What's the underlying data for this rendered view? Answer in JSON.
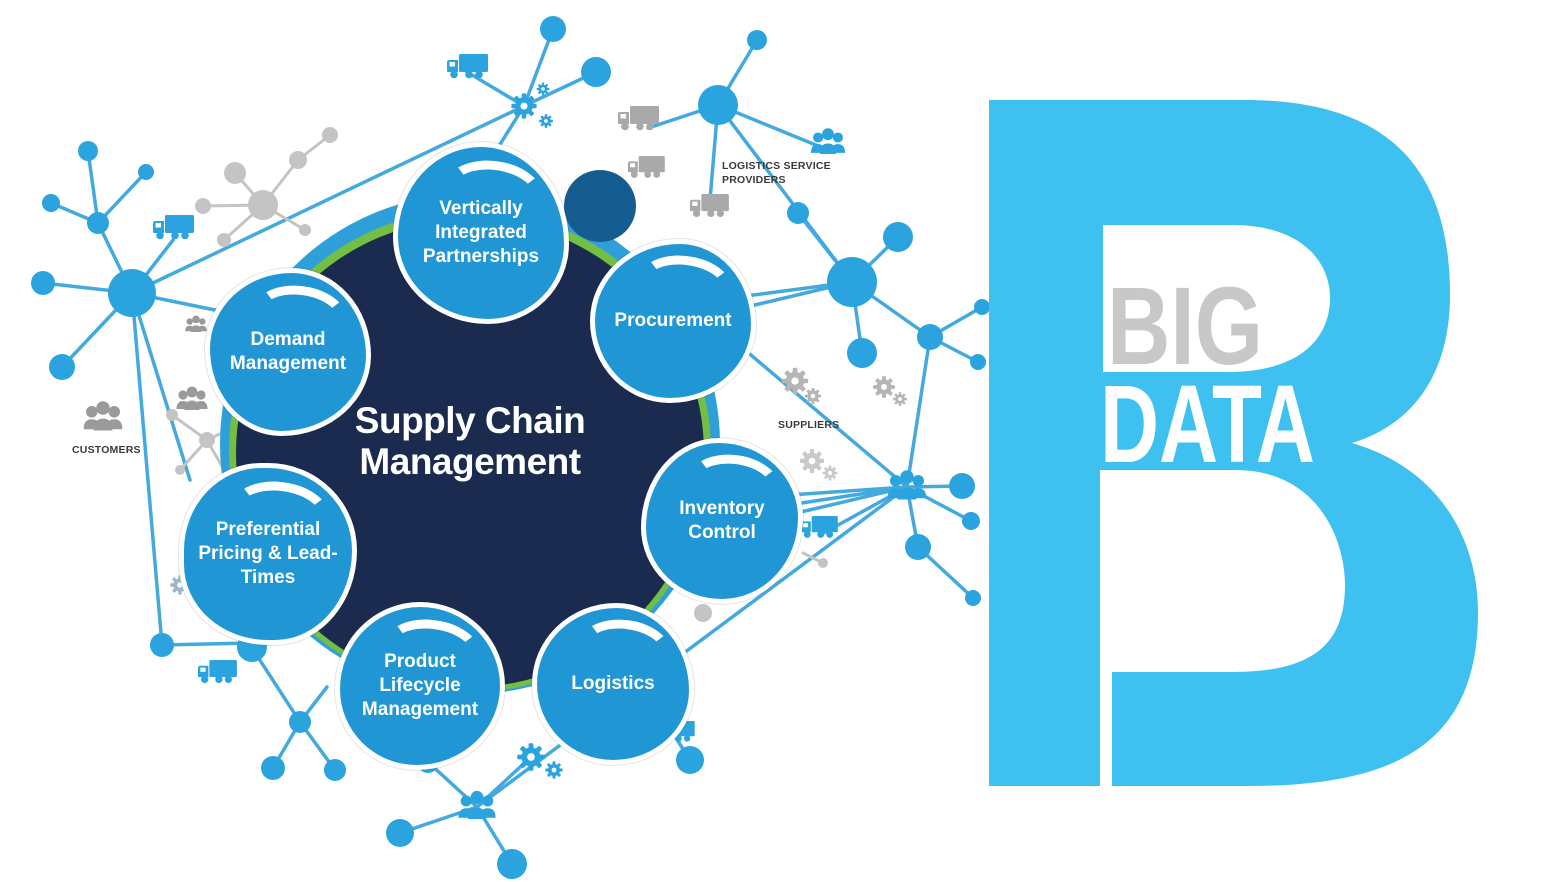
{
  "diagram": {
    "center_label": "Supply Chain Management",
    "bubbles": [
      {
        "label": "Vertically Integrated Partnerships"
      },
      {
        "label": "Procurement"
      },
      {
        "label": "Inventory Control"
      },
      {
        "label": "Logistics"
      },
      {
        "label": "Product Lifecycle Management"
      },
      {
        "label": "Preferential Pricing & Lead-Times"
      },
      {
        "label": "Demand Management"
      }
    ],
    "annotations": [
      {
        "label": "LOGISTICS SERVICE PROVIDERS"
      },
      {
        "label": "SUPPLIERS"
      },
      {
        "label": "CUSTOMERS"
      }
    ]
  },
  "logo": {
    "top_word": "BIG",
    "bottom_word": "DATA"
  },
  "colors": {
    "bubble_blue": "#2097d4",
    "center_navy": "#1b2a4f",
    "ring_green": "#72bf44",
    "ring_sky": "#2f9fd9",
    "logo_blue": "#3ec1f0",
    "logo_gray": "#c8c8c8",
    "network_blue": "#2aa3df",
    "network_gray": "#b5b5b5",
    "label_dark": "#3a3a3a"
  },
  "icons": [
    "truck-icon",
    "gear-icon",
    "people-icon",
    "network-node"
  ]
}
